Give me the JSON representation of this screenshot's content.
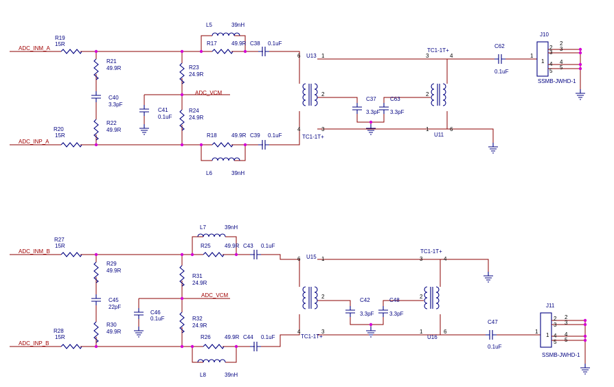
{
  "channel_a": {
    "net_inm": "ADC_INM_A",
    "net_inp": "ADC_INP_A",
    "net_vcm": "ADC_VCM",
    "r19": {
      "ref": "R19",
      "val": "15R"
    },
    "r20": {
      "ref": "R20",
      "val": "15R"
    },
    "r21": {
      "ref": "R21",
      "val": "49.9R"
    },
    "r22": {
      "ref": "R22",
      "val": "49.9R"
    },
    "c40": {
      "ref": "C40",
      "val": "3.3pF"
    },
    "r23": {
      "ref": "R23",
      "val": "24.9R"
    },
    "r24": {
      "ref": "R24",
      "val": "24.9R"
    },
    "c41": {
      "ref": "C41",
      "val": "0.1uF"
    },
    "l5": {
      "ref": "L5",
      "val": "39nH"
    },
    "l6": {
      "ref": "L6",
      "val": "39nH"
    },
    "r17": {
      "ref": "R17",
      "val": "49.9R"
    },
    "r18": {
      "ref": "R18",
      "val": "49.9R"
    },
    "c38": {
      "ref": "C38",
      "val": "0.1uF"
    },
    "c39": {
      "ref": "C39",
      "val": "0.1uF"
    },
    "u13": {
      "ref": "U13",
      "part": "TC1-1T+"
    },
    "c37": {
      "ref": "C37",
      "val": "3.3pF"
    },
    "c63": {
      "ref": "C63",
      "val": "3.3pF"
    },
    "u11": {
      "ref": "U11",
      "part": "TC1-1T+"
    },
    "c62": {
      "ref": "C62",
      "val": "0.1uF"
    },
    "j10": {
      "ref": "J10",
      "part": "SSMB-JWHD-1"
    }
  },
  "channel_b": {
    "net_inm": "ADC_INM_B",
    "net_inp": "ADC_INP_B",
    "net_vcm": "ADC_VCM",
    "r27": {
      "ref": "R27",
      "val": "15R"
    },
    "r28": {
      "ref": "R28",
      "val": "15R"
    },
    "r29": {
      "ref": "R29",
      "val": "49.9R"
    },
    "r30": {
      "ref": "R30",
      "val": "49.9R"
    },
    "c45": {
      "ref": "C45",
      "val": "22pF"
    },
    "r31": {
      "ref": "R31",
      "val": "24.9R"
    },
    "r32": {
      "ref": "R32",
      "val": "24.9R"
    },
    "c46": {
      "ref": "C46",
      "val": "0.1uF"
    },
    "l7": {
      "ref": "L7",
      "val": "39nH"
    },
    "l8": {
      "ref": "L8",
      "val": "39nH"
    },
    "r25": {
      "ref": "R25",
      "val": "49.9R"
    },
    "r26": {
      "ref": "R26",
      "val": "49.9R"
    },
    "c43": {
      "ref": "C43",
      "val": "0.1uF"
    },
    "c44": {
      "ref": "C44",
      "val": "0.1uF"
    },
    "u15": {
      "ref": "U15",
      "part": "TC1-1T+"
    },
    "c42": {
      "ref": "C42",
      "val": "3.3pF"
    },
    "c48": {
      "ref": "C48",
      "val": "3.3pF"
    },
    "u16": {
      "ref": "U16",
      "part": "TC1-1T+"
    },
    "c47": {
      "ref": "C47",
      "val": "0.1uF"
    },
    "j11": {
      "ref": "J11",
      "part": "SSMB-JWHD-1"
    }
  },
  "pins": {
    "p1": "1",
    "p2": "2",
    "p3": "3",
    "p4": "4",
    "p5": "5",
    "p6": "6"
  },
  "colors": {
    "wire": "#8b0000",
    "component": "#000080",
    "junction": "#d400d4"
  }
}
